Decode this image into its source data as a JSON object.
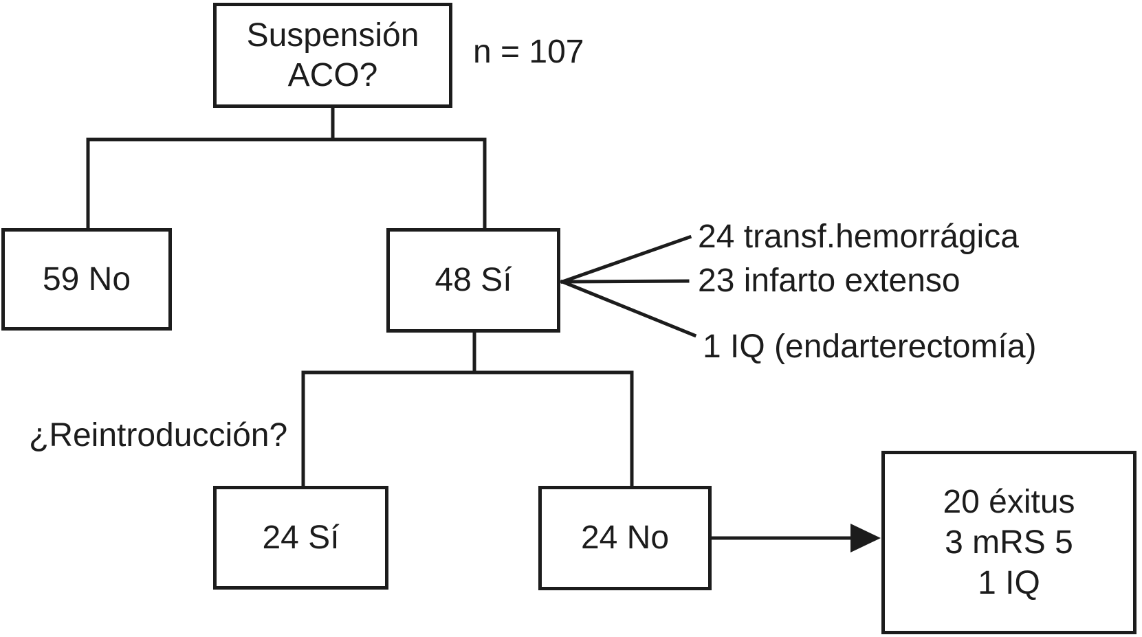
{
  "diagram": {
    "title_box": {
      "lines": [
        "Suspensión",
        "ACO?"
      ]
    },
    "sample_size": "n = 107",
    "suspension_no": "59 No",
    "suspension_yes": "48 Sí",
    "suspension_reasons": [
      "24 transf.hemorrágica",
      "23 infarto extenso",
      "1 IQ (endarterectomía)"
    ],
    "reintroduction_question": "¿Reintroducción?",
    "reintroduction_yes": "24 Sí",
    "reintroduction_no": "24 No",
    "outcomes": [
      "20 éxitus",
      "3 mRS 5",
      "1 IQ"
    ],
    "colors": {
      "line": "#1c1c1c",
      "text": "#1c1c1c",
      "background": "#ffffff"
    }
  }
}
